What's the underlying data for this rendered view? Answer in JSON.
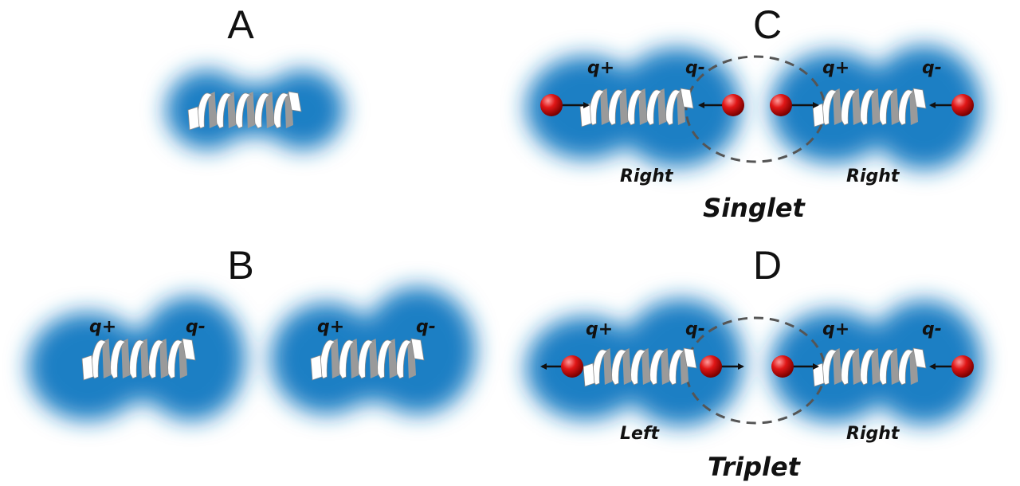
{
  "panels": {
    "A": {
      "letter": "A"
    },
    "B": {
      "letter": "B",
      "left": {
        "q_plus": "q+",
        "q_minus": "q-"
      },
      "right": {
        "q_plus": "q+",
        "q_minus": "q-"
      }
    },
    "C": {
      "letter": "C",
      "left": {
        "q_plus": "q+",
        "q_minus": "q-",
        "handedness": "Right"
      },
      "right": {
        "q_plus": "q+",
        "q_minus": "q-",
        "handedness": "Right"
      },
      "state": "Singlet"
    },
    "D": {
      "letter": "D",
      "left": {
        "q_plus": "q+",
        "q_minus": "q-",
        "handedness": "Left"
      },
      "right": {
        "q_plus": "q+",
        "q_minus": "q-",
        "handedness": "Right"
      },
      "state": "Triplet"
    }
  },
  "colors": {
    "cloud": "#1f7fc4",
    "spin_ball": "#d01010",
    "helix": "#ffffff",
    "helix_shadow": "#9a9a9a",
    "dashed_circle": "#555555"
  }
}
